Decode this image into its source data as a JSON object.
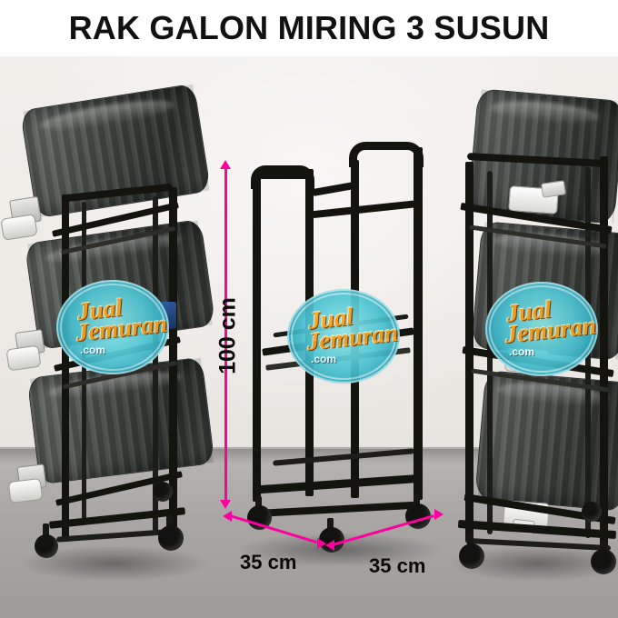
{
  "image": {
    "title": "RAK GALON MIRING 3 SUSUN",
    "background_wall_color": "#efebe7",
    "background_floor_color": "#a9a6a4",
    "product_color": "#14140f"
  },
  "dimensions": {
    "height_label": "100 cm",
    "depth_label": "35 cm",
    "width_label": "35 cm",
    "line_color": "#ff00a0"
  },
  "watermarks": [
    {
      "line1": "Jual",
      "line2": "Jemuran",
      "line3": ".com"
    },
    {
      "line1": "Jual",
      "line2": "Jemuran",
      "line3": ".com"
    },
    {
      "line1": "Jual",
      "line2": "Jemuran",
      "line3": ".com"
    }
  ],
  "products": [
    {
      "name": "rak-galon-left-loaded",
      "tiers": 3,
      "loaded": true
    },
    {
      "name": "rak-galon-center-empty",
      "tiers": 3,
      "loaded": false
    },
    {
      "name": "rak-galon-right-loaded",
      "tiers": 3,
      "loaded": true
    }
  ]
}
